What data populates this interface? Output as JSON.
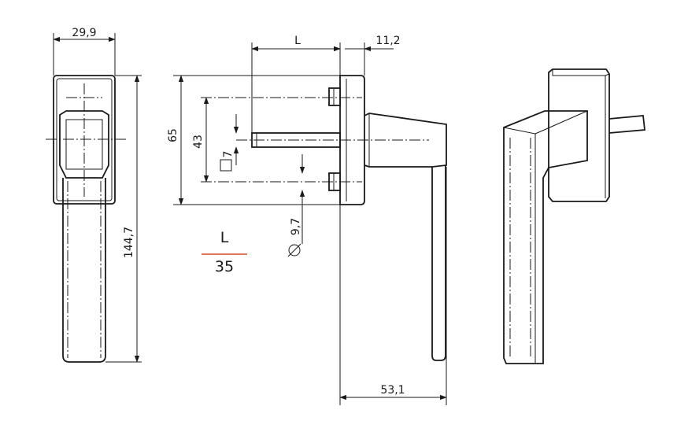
{
  "dimensions": {
    "width_top": "29,9",
    "height_total": "144,7",
    "height_65": "65",
    "height_43": "43",
    "square_7": "7",
    "length_L": "L",
    "offset_11_2": "11,2",
    "reach_53_1": "53,1",
    "screw_dia": "9,7"
  },
  "legend": {
    "label": "L",
    "value": "35",
    "divider_color": "#e07a5f"
  },
  "colors": {
    "line": "#1a1a1a",
    "background": "#ffffff"
  }
}
